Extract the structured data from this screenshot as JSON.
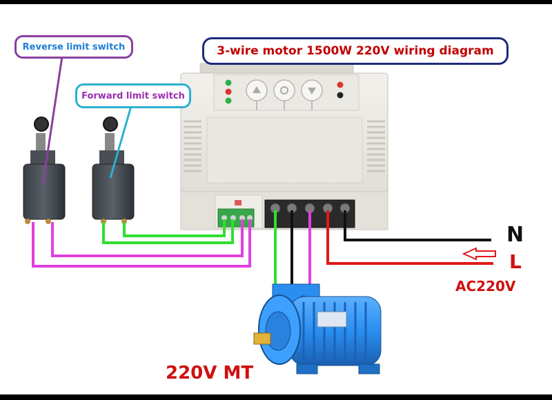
{
  "title": "3-wire motor 1500W 220V wiring diagram",
  "callouts": {
    "reverse_limit_switch": "Reverse limit switch",
    "forward_limit_switch": "Forward limit switch"
  },
  "power": {
    "neutral": "N",
    "live": "L",
    "supply": "AC220V"
  },
  "motor_label": "220V MT",
  "colors": {
    "title_text": "#c00000",
    "title_border": "#1f2a7a",
    "reverse_text": "#1e7fd6",
    "reverse_border": "#8a3fa0",
    "forward_text": "#9c2fb0",
    "forward_border": "#2ab0d0",
    "green_wire": "#2ee02e",
    "magenta_wire": "#e040e0",
    "black_wire": "#111111",
    "red_wire": "#e01818",
    "motor_blue": "#2a8ef0",
    "label_red": "#d01010"
  }
}
